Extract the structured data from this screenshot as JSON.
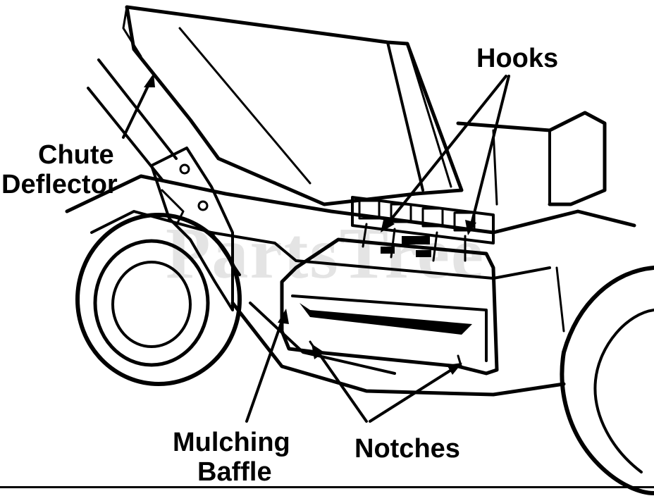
{
  "labels": {
    "hooks": "Hooks",
    "chute_deflector_line1": "Chute",
    "chute_deflector_line2": "Deflector",
    "mulching_baffle_line1": "Mulching",
    "mulching_baffle_line2": "Baffle",
    "notches": "Notches"
  },
  "watermark": "PartsTree",
  "colors": {
    "ink": "#000000",
    "paper": "#ffffff"
  }
}
